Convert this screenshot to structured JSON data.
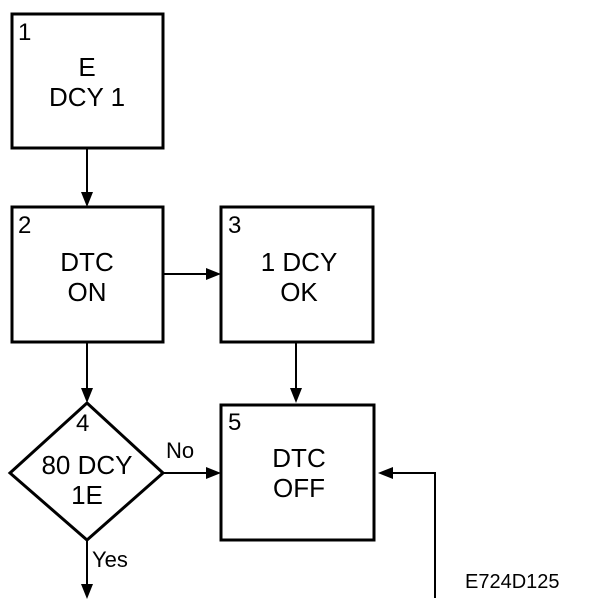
{
  "nodes": [
    {
      "id": "1",
      "number": "1",
      "lines": [
        "E",
        "DCY 1"
      ]
    },
    {
      "id": "2",
      "number": "2",
      "lines": [
        "DTC",
        "ON"
      ]
    },
    {
      "id": "3",
      "number": "3",
      "lines": [
        "1 DCY",
        "OK"
      ]
    },
    {
      "id": "4",
      "number": "4",
      "lines": [
        "80 DCY",
        "1E"
      ]
    },
    {
      "id": "5",
      "number": "5",
      "lines": [
        "DTC",
        "OFF"
      ]
    }
  ],
  "edges": {
    "no_label": "No",
    "yes_label": "Yes"
  },
  "reference_code": "E724D125",
  "colors": {
    "stroke": "#000000",
    "background": "#ffffff"
  }
}
